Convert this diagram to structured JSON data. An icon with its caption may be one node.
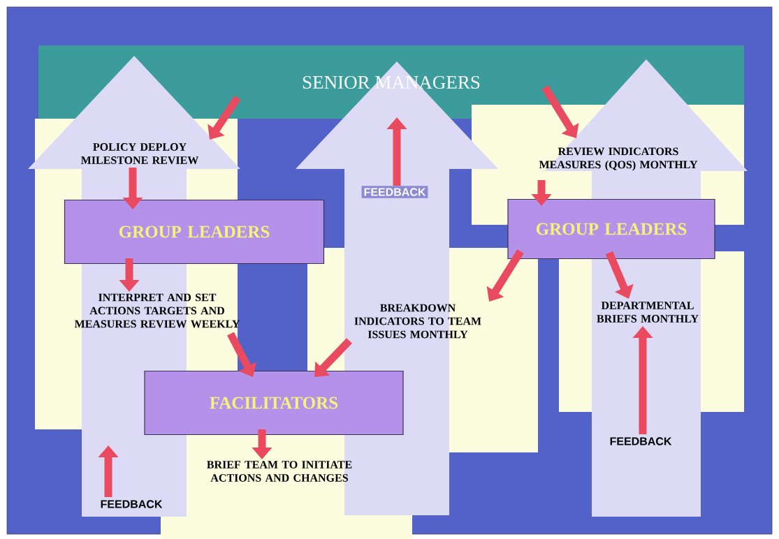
{
  "diagram": {
    "nodes": [
      {
        "text": [
          "SENIOR MANAGERS"
        ]
      },
      {
        "text": [
          "POLICY DEPLOY MILESTONE REVIEW"
        ]
      },
      {
        "text": [
          "REVIEW INDICATORS MEASURES (QOS) MONTHLY"
        ]
      },
      {
        "text": [
          "FEEDBACK"
        ]
      },
      {
        "text": [
          "GROUP LEADERS"
        ]
      },
      {
        "text": [
          "GROUP LEADERS"
        ]
      },
      {
        "text": [
          "INTERPRET AND SET ACTIONS TARGETS AND MEASURES REVIEW WEEKLY"
        ]
      },
      {
        "text": [
          "BREAKDOWN INDICATORS TO TEAM ISSUES MONTHLY"
        ]
      },
      {
        "text": [
          "DEPARTMENTAL BRIEFS MONTHLY"
        ]
      },
      {
        "text": [
          "FACILITATORS"
        ]
      },
      {
        "text": [
          "FEEDBACK"
        ]
      },
      {
        "text": [
          "BRIEF TEAM TO INITIATE ACTIONS AND CHANGES"
        ]
      },
      {
        "text": [
          "FEEDBACK"
        ]
      }
    ],
    "edges": [
      {
        "from": 0,
        "to": 1,
        "arrow": "to"
      },
      {
        "from": 1,
        "to": 4,
        "arrow": "to"
      },
      {
        "from": 4,
        "to": 6,
        "arrow": "to"
      },
      {
        "from": 6,
        "to": 9,
        "arrow": "to"
      },
      {
        "from": 7,
        "to": 9,
        "arrow": "to"
      },
      {
        "from": 9,
        "to": 11,
        "arrow": "to"
      },
      {
        "from": 0,
        "to": 2,
        "arrow": "to"
      },
      {
        "from": 2,
        "to": 5,
        "arrow": "to"
      },
      {
        "from": 5,
        "to": 7,
        "arrow": "to"
      },
      {
        "from": 5,
        "to": 8,
        "arrow": "to"
      },
      {
        "from": 3,
        "to": 0,
        "arrow": "to"
      },
      {
        "from": 10,
        "to": 8,
        "arrow": "to"
      },
      {
        "from": 12,
        "to": null,
        "arrow": "to"
      }
    ]
  }
}
